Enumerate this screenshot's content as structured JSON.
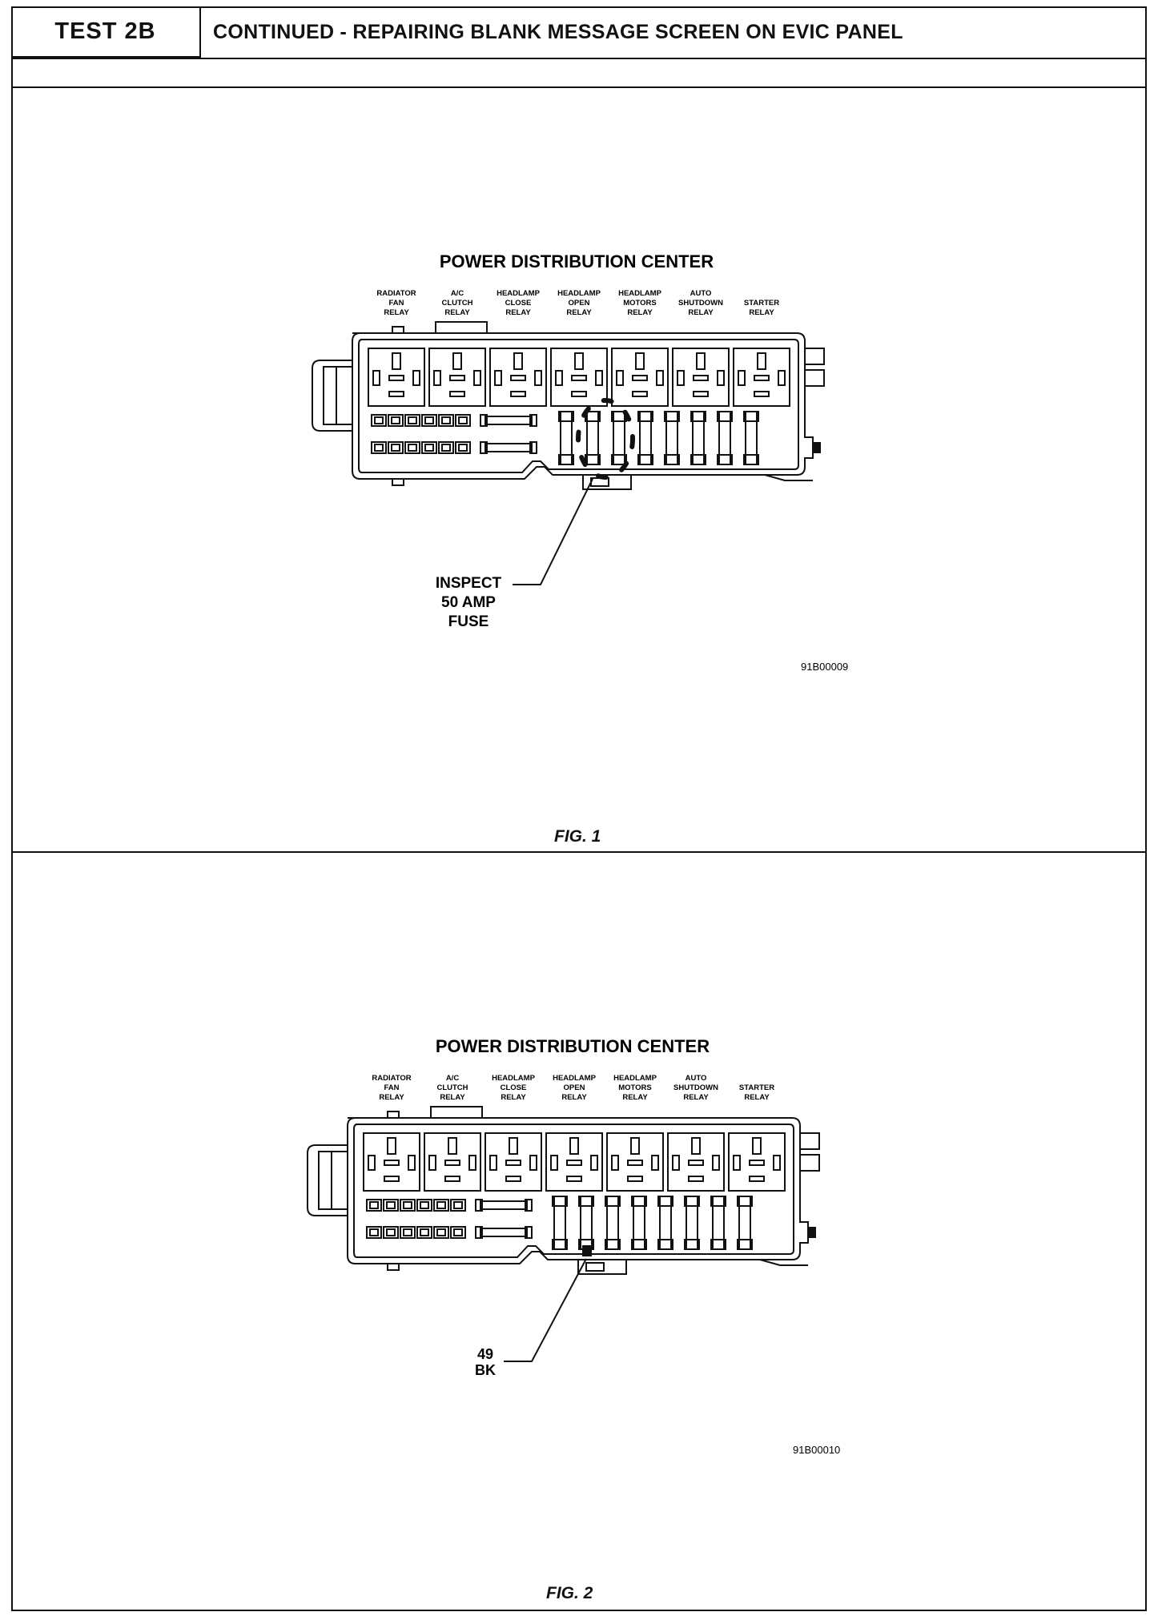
{
  "header": {
    "test_label": "TEST 2B",
    "title": "CONTINUED - REPAIRING BLANK MESSAGE SCREEN ON EVIC PANEL"
  },
  "figures": [
    {
      "title": "POWER DISTRIBUTION CENTER",
      "relays": [
        [
          "RADIATOR",
          "FAN",
          "RELAY"
        ],
        [
          "A/C",
          "CLUTCH",
          "RELAY"
        ],
        [
          "HEADLAMP",
          "CLOSE",
          "RELAY"
        ],
        [
          "HEADLAMP",
          "OPEN",
          "RELAY"
        ],
        [
          "HEADLAMP",
          "MOTORS",
          "RELAY"
        ],
        [
          "AUTO",
          "SHUTDOWN",
          "RELAY"
        ],
        [
          "STARTER",
          "RELAY"
        ]
      ],
      "callout": [
        "INSPECT",
        "50 AMP",
        "FUSE"
      ],
      "code": "91B00009",
      "caption": "FIG. 1"
    },
    {
      "title": "POWER DISTRIBUTION CENTER",
      "relays": [
        [
          "RADIATOR",
          "FAN",
          "RELAY"
        ],
        [
          "A/C",
          "CLUTCH",
          "RELAY"
        ],
        [
          "HEADLAMP",
          "CLOSE",
          "RELAY"
        ],
        [
          "HEADLAMP",
          "OPEN",
          "RELAY"
        ],
        [
          "HEADLAMP",
          "MOTORS",
          "RELAY"
        ],
        [
          "AUTO",
          "SHUTDOWN",
          "RELAY"
        ],
        [
          "STARTER",
          "RELAY"
        ]
      ],
      "callout": [
        "49",
        "BK"
      ],
      "code": "91B00010",
      "caption": "FIG. 2"
    }
  ]
}
